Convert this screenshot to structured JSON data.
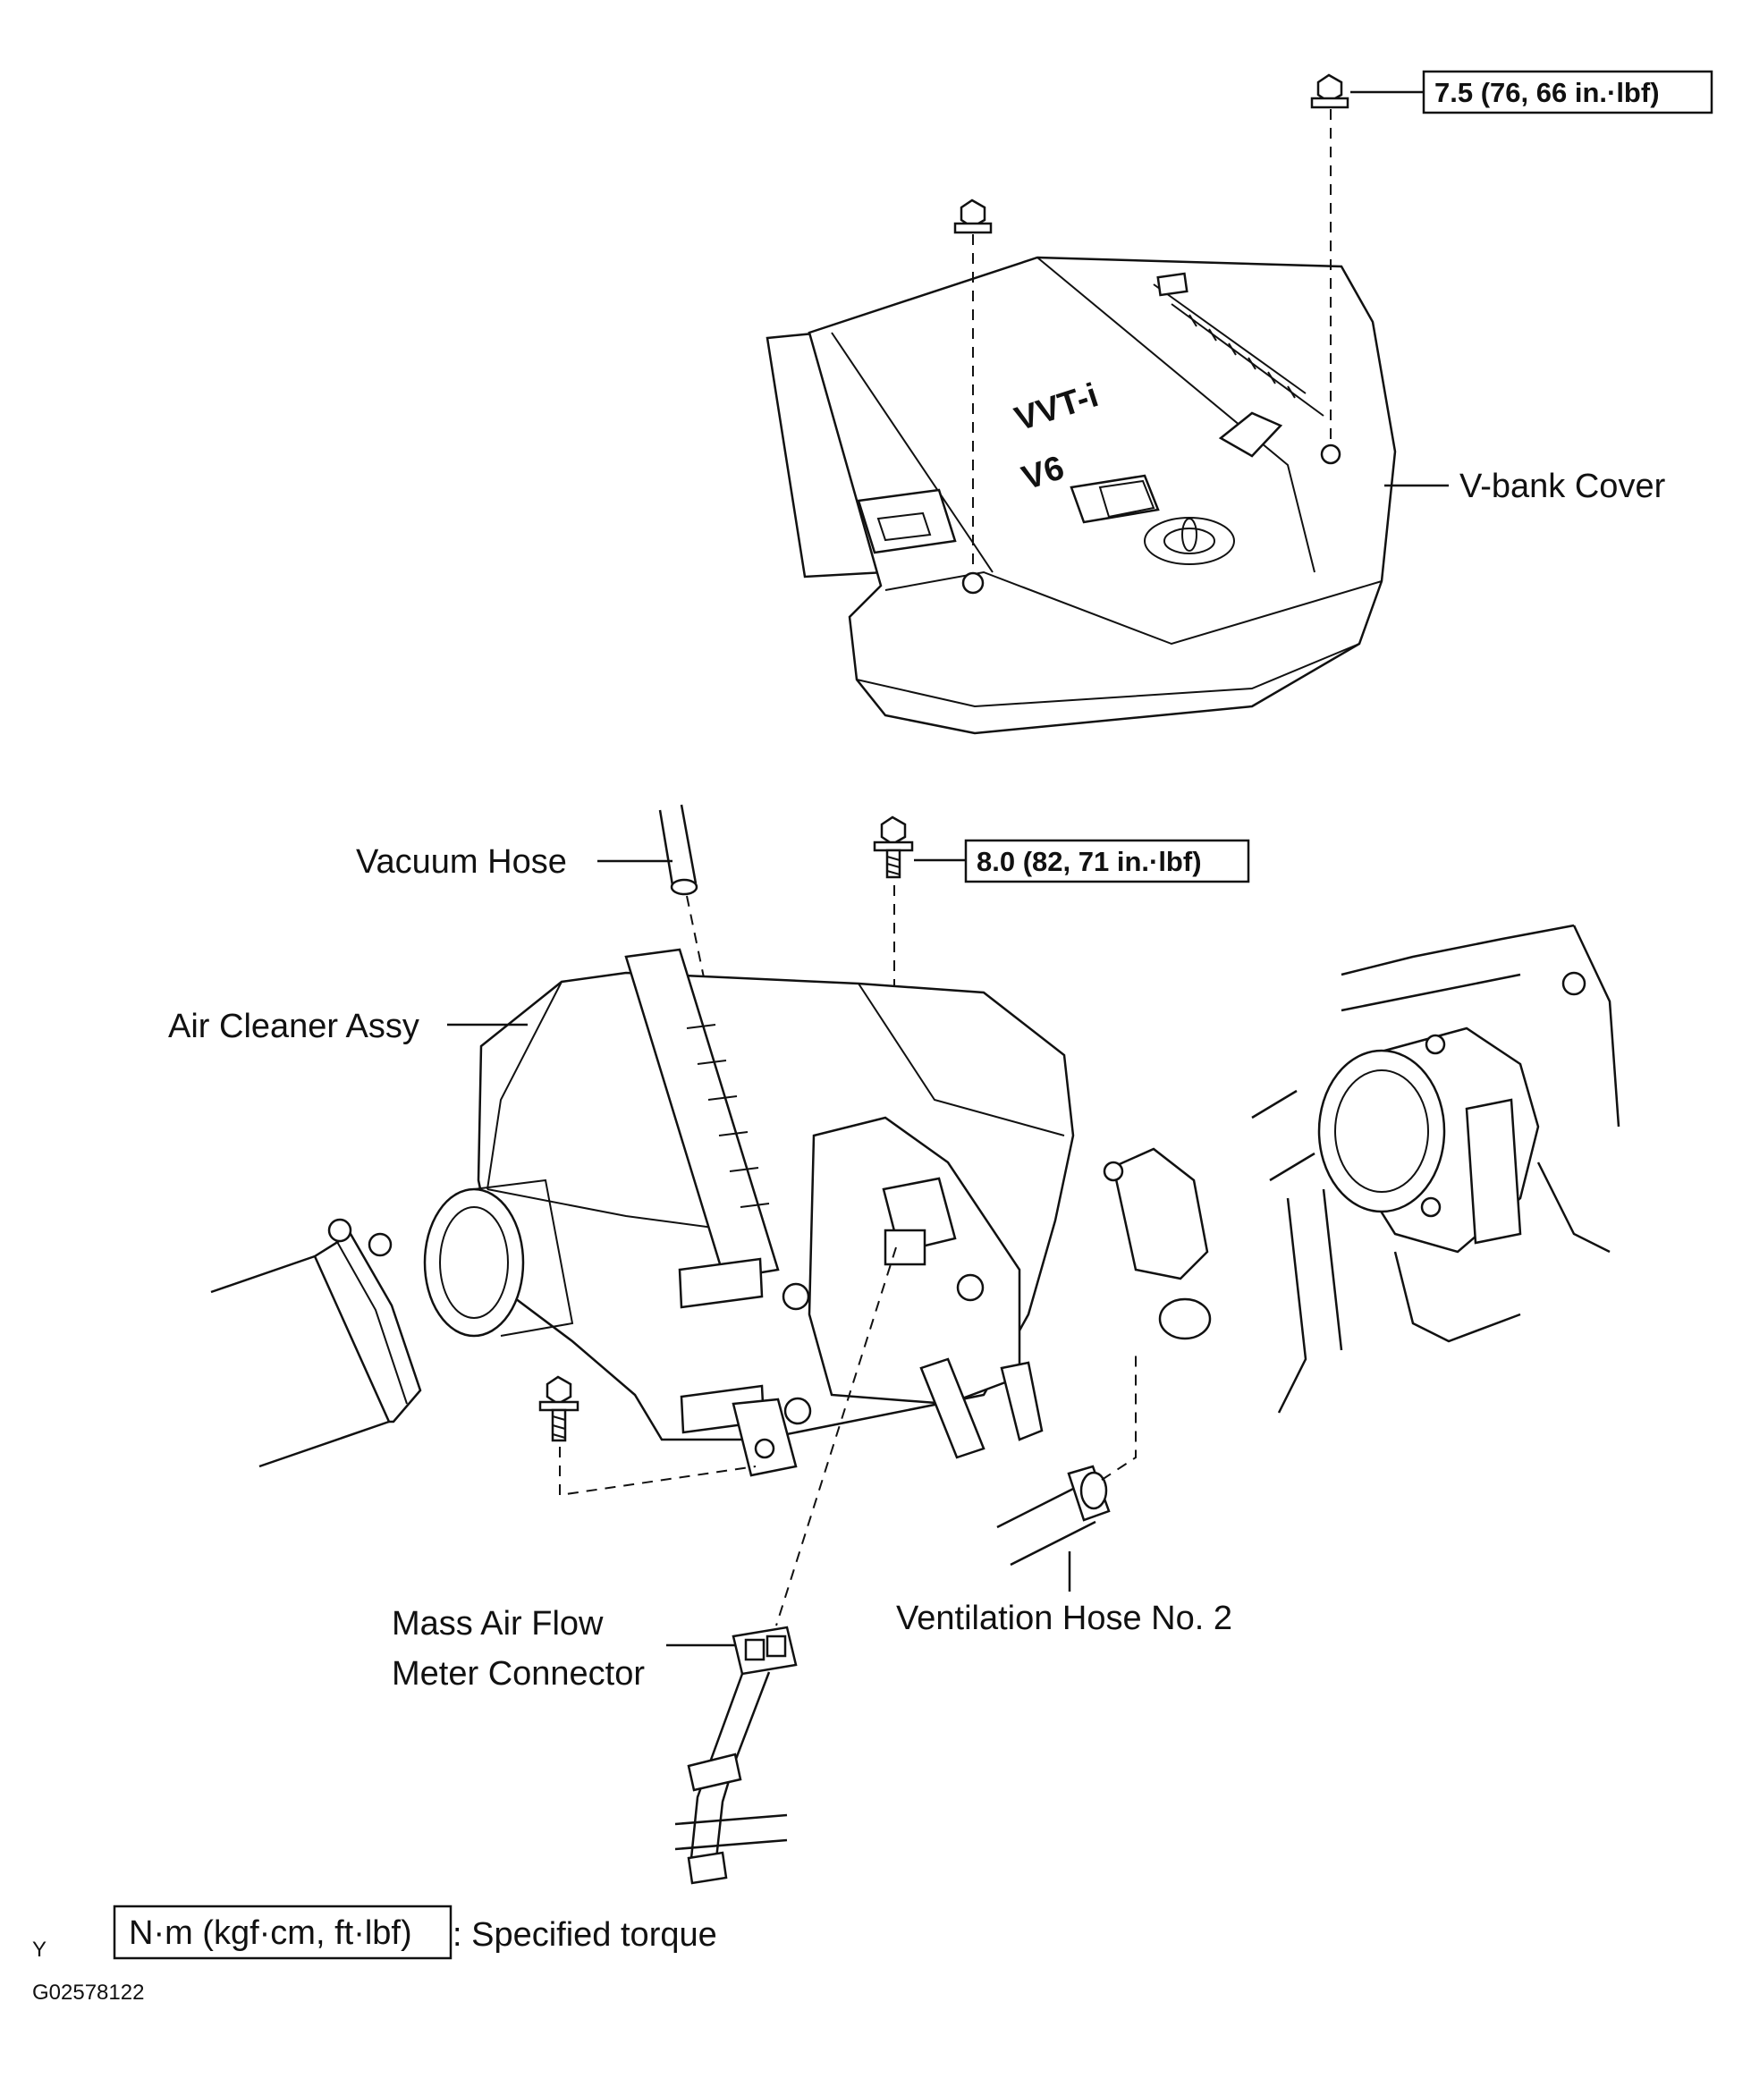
{
  "labels": {
    "v_bank_cover": "V-bank Cover",
    "vacuum_hose": "Vacuum Hose",
    "air_cleaner_assy": "Air Cleaner Assy",
    "maf_connector_line1": "Mass Air Flow",
    "maf_connector_line2": "Meter Connector",
    "ventilation_hose": "Ventilation Hose No. 2"
  },
  "cover_markings": {
    "model": "VVT-i",
    "engine": "V6"
  },
  "torque": {
    "cover_nut": "7.5 (76, 66 in.·lbf)",
    "air_cleaner_bolt": "8.0 (82, 71 in.·lbf)"
  },
  "legend": {
    "unit_box": "N·m (kgf·cm, ft·lbf)",
    "text": ": Specified torque"
  },
  "footer": {
    "mark": "Y",
    "code": "G02578122"
  }
}
